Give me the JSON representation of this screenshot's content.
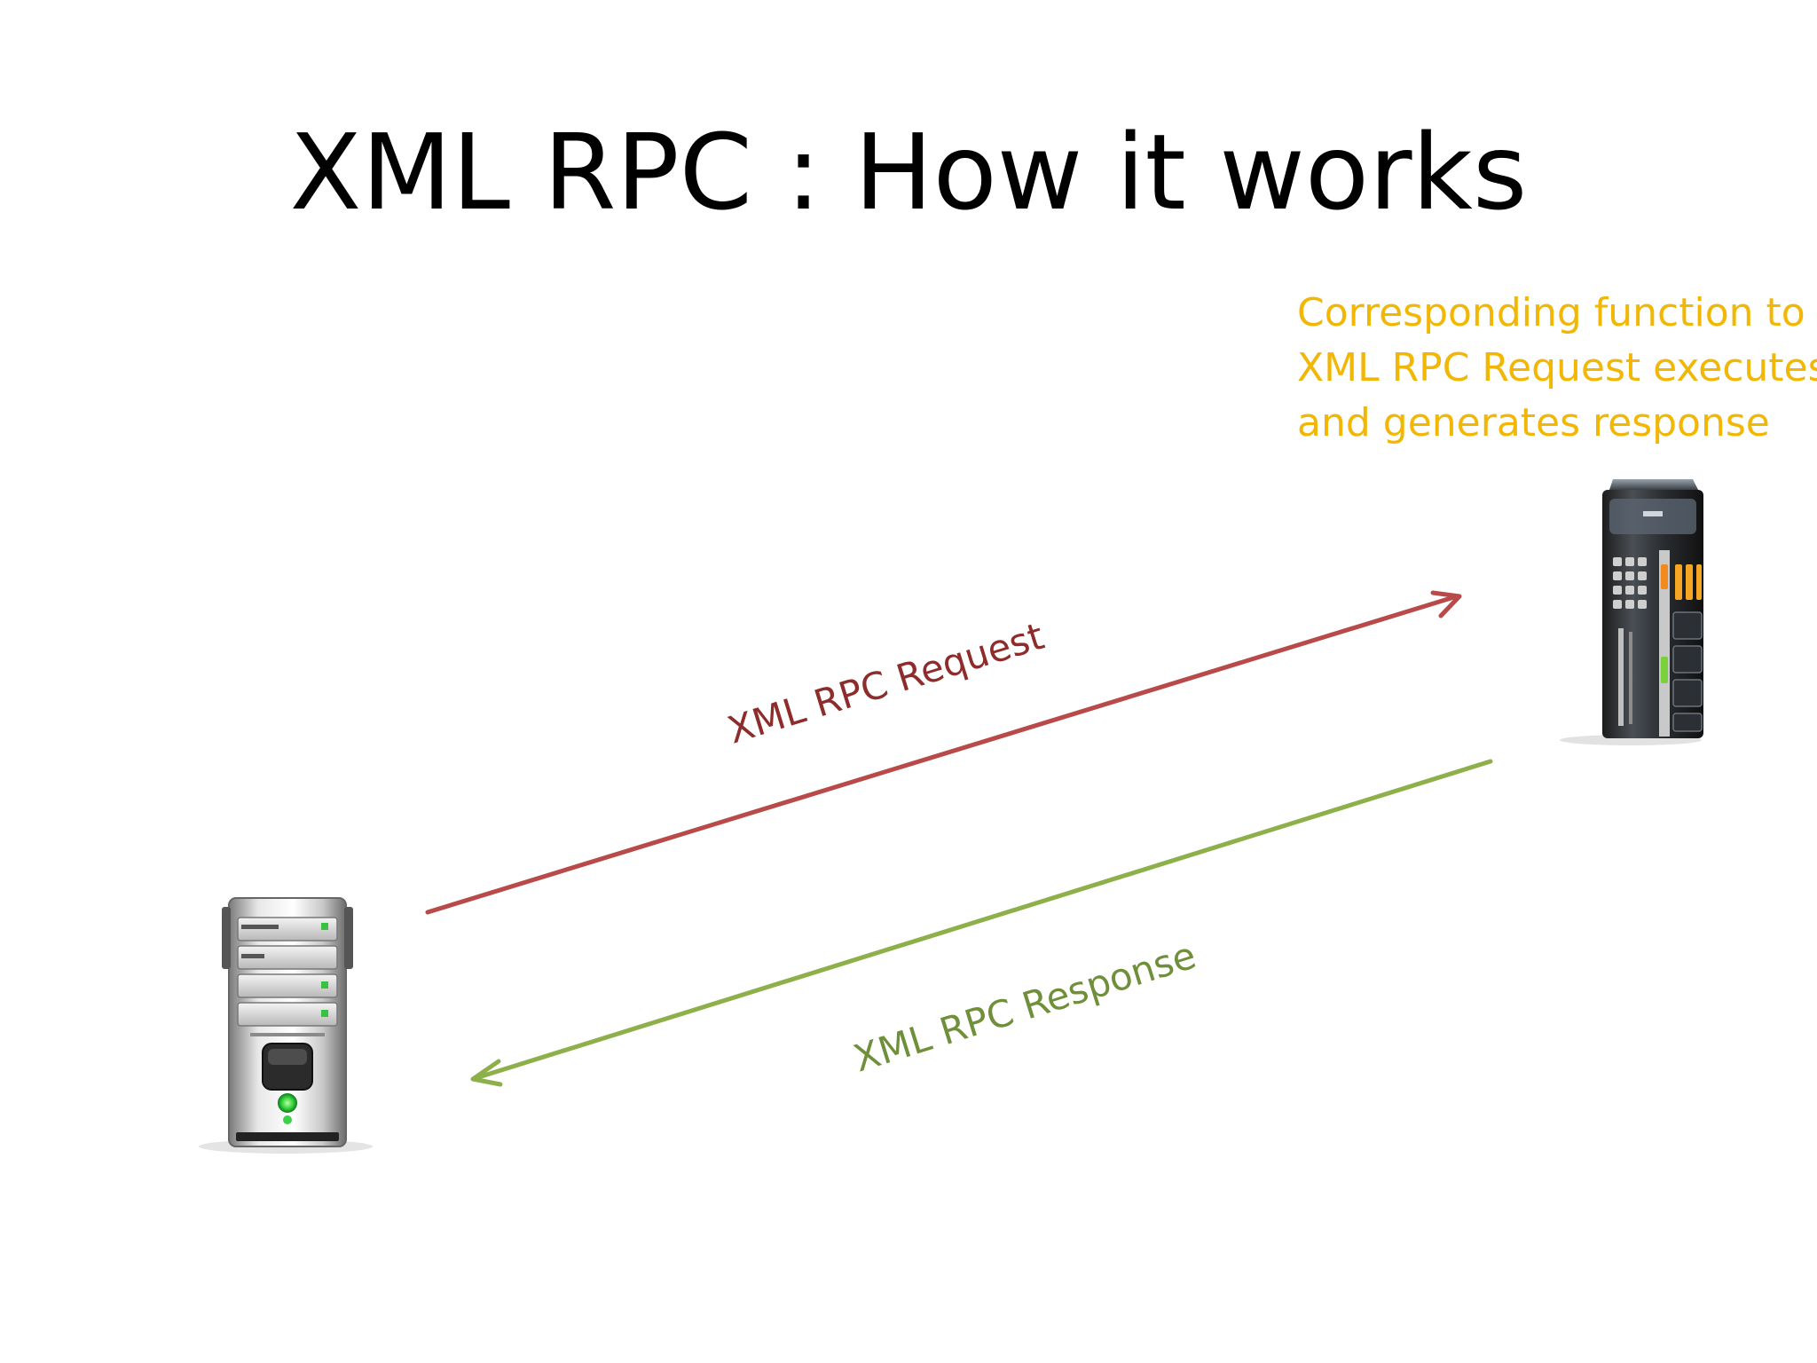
{
  "slide": {
    "title": "XML RPC : How it works",
    "note_lines": [
      "Corresponding function to",
      "XML RPC Request executes",
      "and generates response"
    ],
    "note_color": "#F2B705"
  },
  "arrows": {
    "request": {
      "label": "XML RPC Request",
      "color": "#B94A4A",
      "label_color": "#8E2C2C"
    },
    "response": {
      "label": "XML RPC Response",
      "color": "#8DB04B",
      "label_color": "#6F8F3A"
    }
  },
  "icons": {
    "client": "client-server-tower-icon",
    "server": "server-rack-icon"
  }
}
